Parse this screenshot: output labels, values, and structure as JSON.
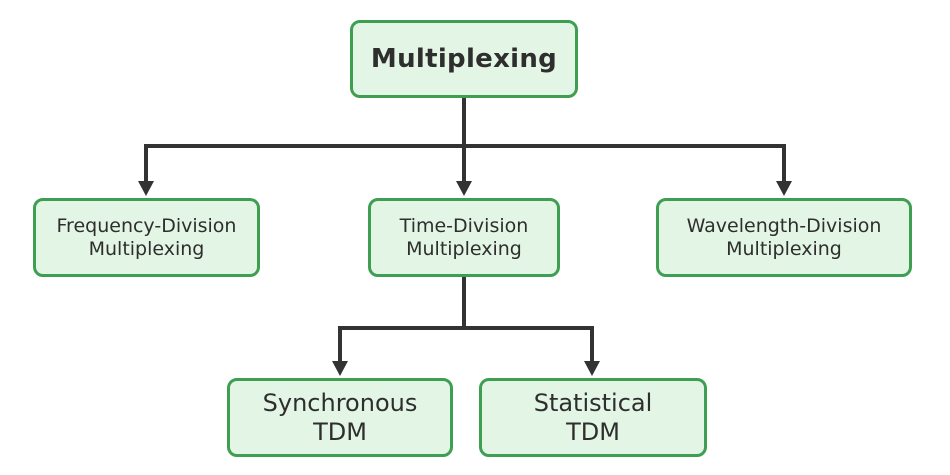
{
  "diagram": {
    "title": "Multiplexing",
    "type": "tree-diagram",
    "colors": {
      "background": "#ffffff",
      "box_fill": "#e3f5e4",
      "box_border": "#3e9e52",
      "box_text": "#2e2e2e",
      "connector": "#333333"
    },
    "root": {
      "id": "multiplexing",
      "label": "Multiplexing"
    },
    "level1": [
      {
        "id": "frequency-division-multiplexing",
        "lines": [
          "Frequency-Division",
          "Multiplexing"
        ],
        "parent": "multiplexing"
      },
      {
        "id": "time-division-multiplexing",
        "lines": [
          "Time-Division",
          "Multiplexing"
        ],
        "parent": "multiplexing"
      },
      {
        "id": "wavelength-division-multiplexing",
        "lines": [
          "Wavelength-Division",
          "Multiplexing"
        ],
        "parent": "multiplexing"
      }
    ],
    "level2": [
      {
        "id": "synchronous-tdm",
        "lines": [
          "Synchronous",
          "TDM"
        ],
        "parent": "time-division-multiplexing"
      },
      {
        "id": "statistical-tdm",
        "lines": [
          "Statistical",
          "TDM"
        ],
        "parent": "time-division-multiplexing"
      }
    ]
  }
}
